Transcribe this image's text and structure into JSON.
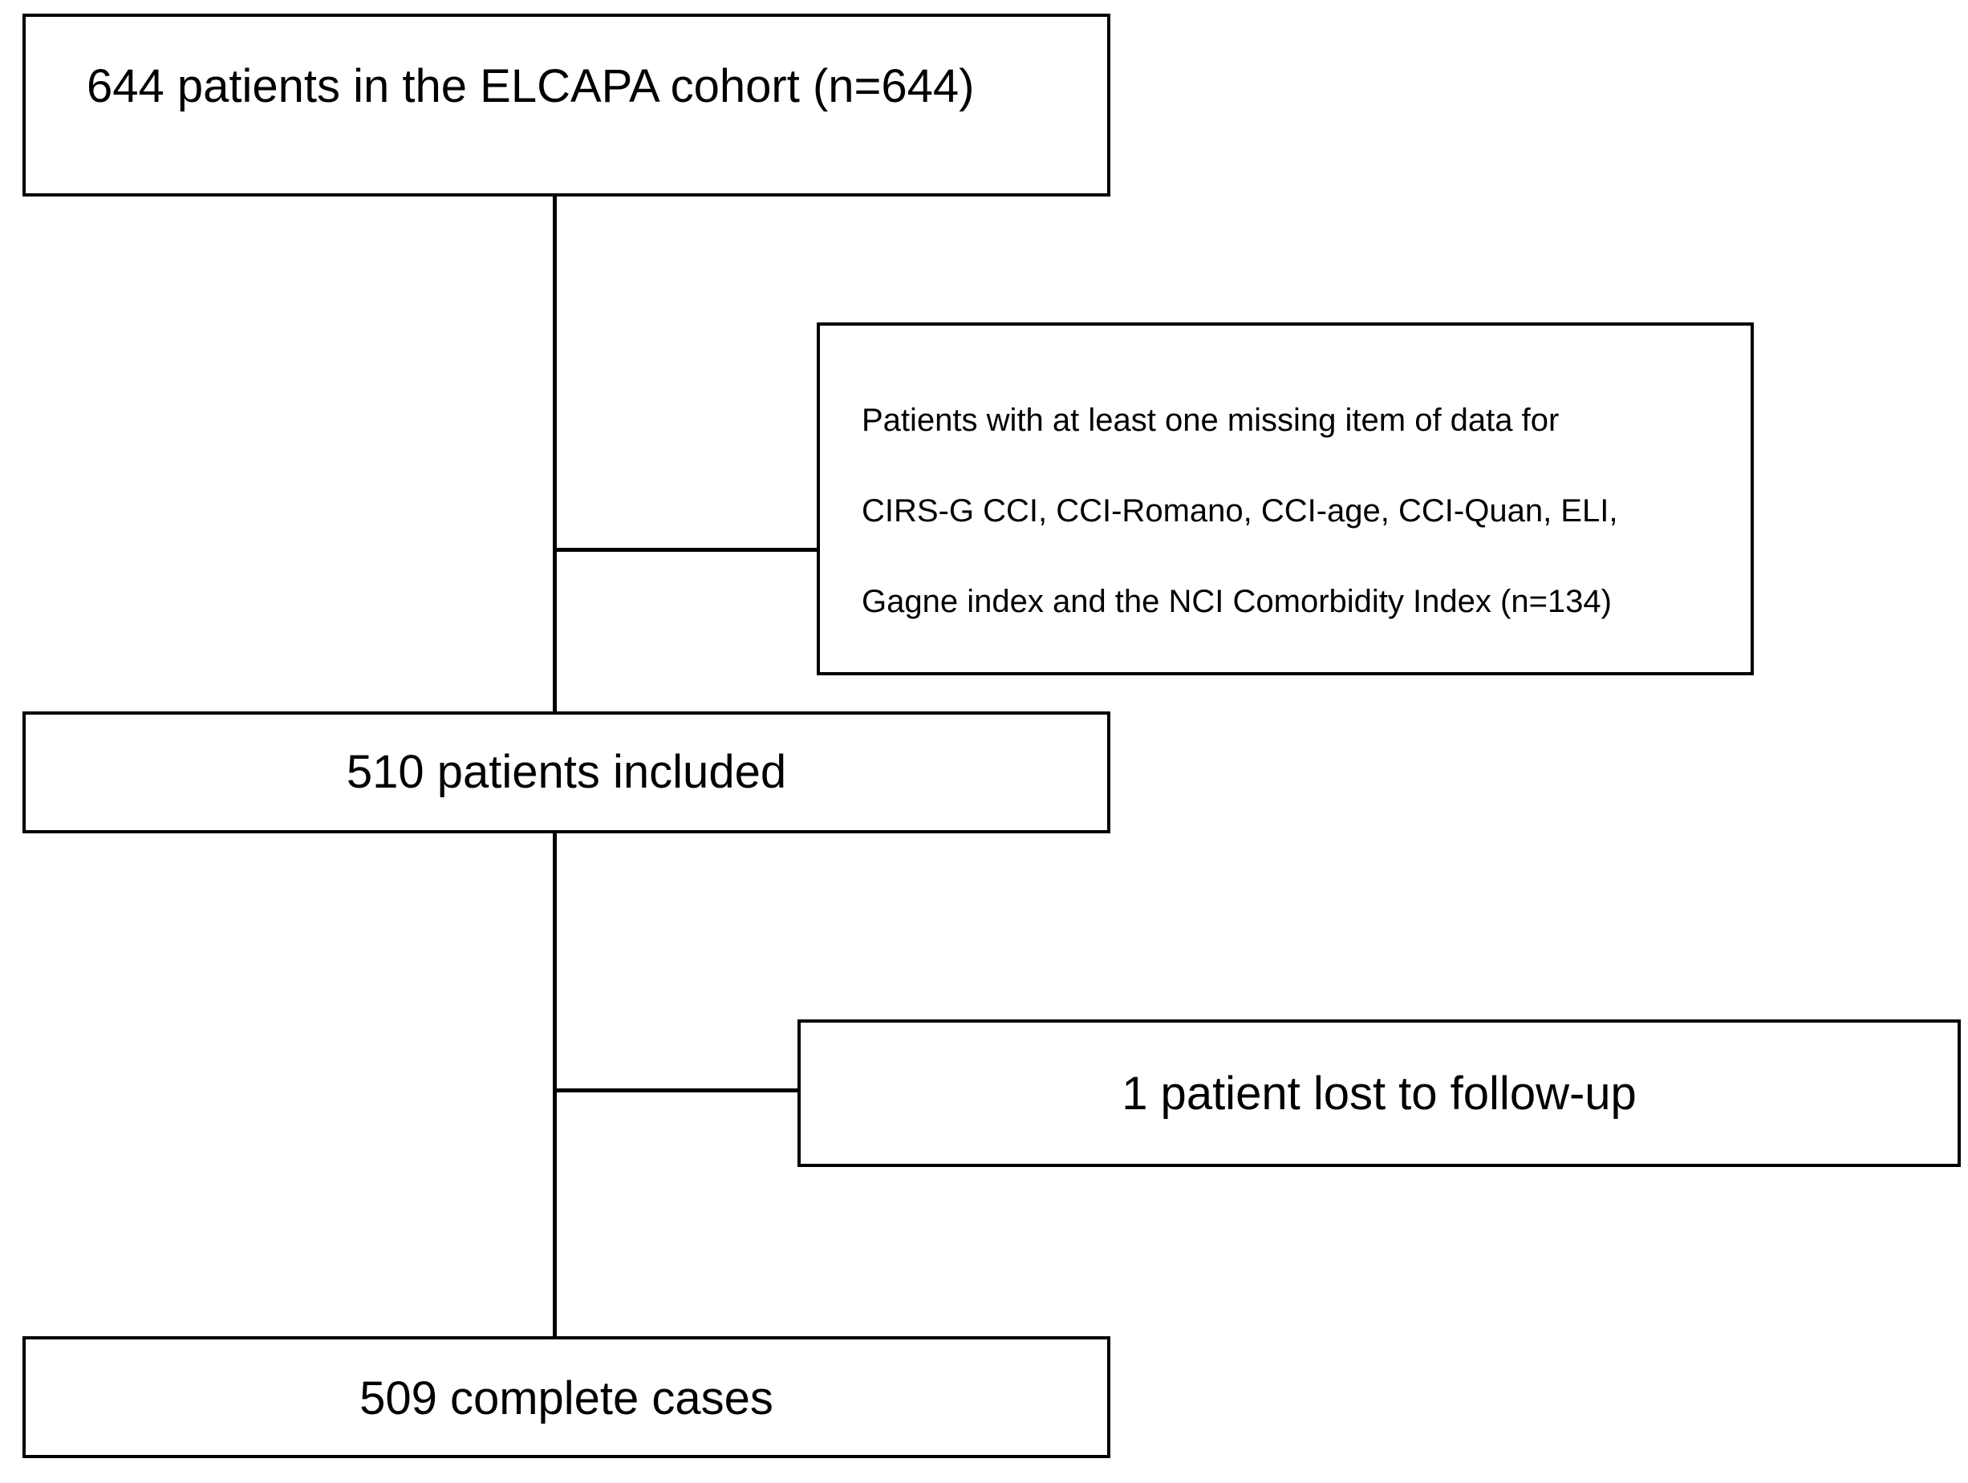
{
  "flowchart": {
    "cohort_box": {
      "text": "644 patients in the ELCAPA cohort (n=644)"
    },
    "excluded_box": {
      "lines": [
        "Patients with at least one missing item of data for",
        "CIRS-G CCI, CCI-Romano, CCI-age, CCI-Quan, ELI,",
        "Gagne index and the NCI Comorbidity Index (n=134)"
      ]
    },
    "included_box": {
      "text": "510 patients included"
    },
    "lost_box": {
      "text": "1 patient lost to follow-up"
    },
    "complete_box": {
      "text": "509 complete cases"
    }
  }
}
